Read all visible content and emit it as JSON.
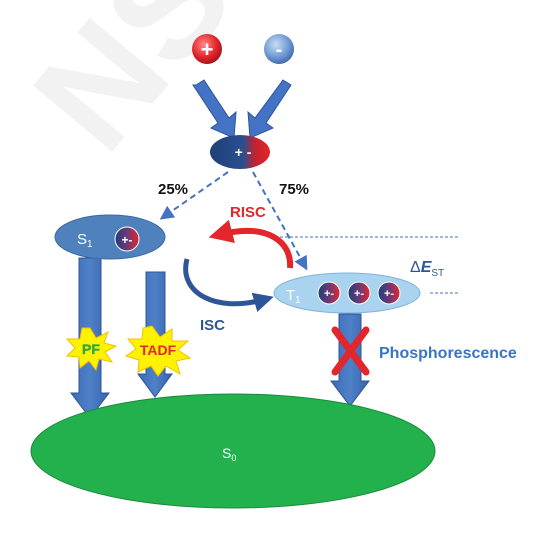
{
  "diagram": {
    "watermark": "NS",
    "charges": {
      "positive": "+",
      "negative": "-"
    },
    "exciton": {
      "label": "+ -"
    },
    "percent_singlet": "25%",
    "percent_triplet": "75%",
    "rsic_label": "RISC",
    "isc_label": "ISC",
    "delta_e_label": {
      "delta": "Δ",
      "e": "E",
      "sub": "ST"
    },
    "s1": {
      "letter": "S",
      "sub": "1",
      "pair": "+-"
    },
    "t1": {
      "letter": "T",
      "sub": "1",
      "pair": "+-"
    },
    "s0": {
      "letter": "S",
      "sub": "0"
    },
    "pf_label": "PF",
    "tadf_label": "TADF",
    "phosphorescence_label": "Phosphorescence",
    "colors": {
      "arrow_blue": "#4472C4",
      "arrow_dark": "#2E5597",
      "ellipse_s1": "#4F81BD",
      "ellipse_t1": "#A9D3EE",
      "ground_green": "#22B14C",
      "red": "#E3262B",
      "label_blue": "#3A74C4",
      "burst_yellow": "#FFF200"
    }
  }
}
